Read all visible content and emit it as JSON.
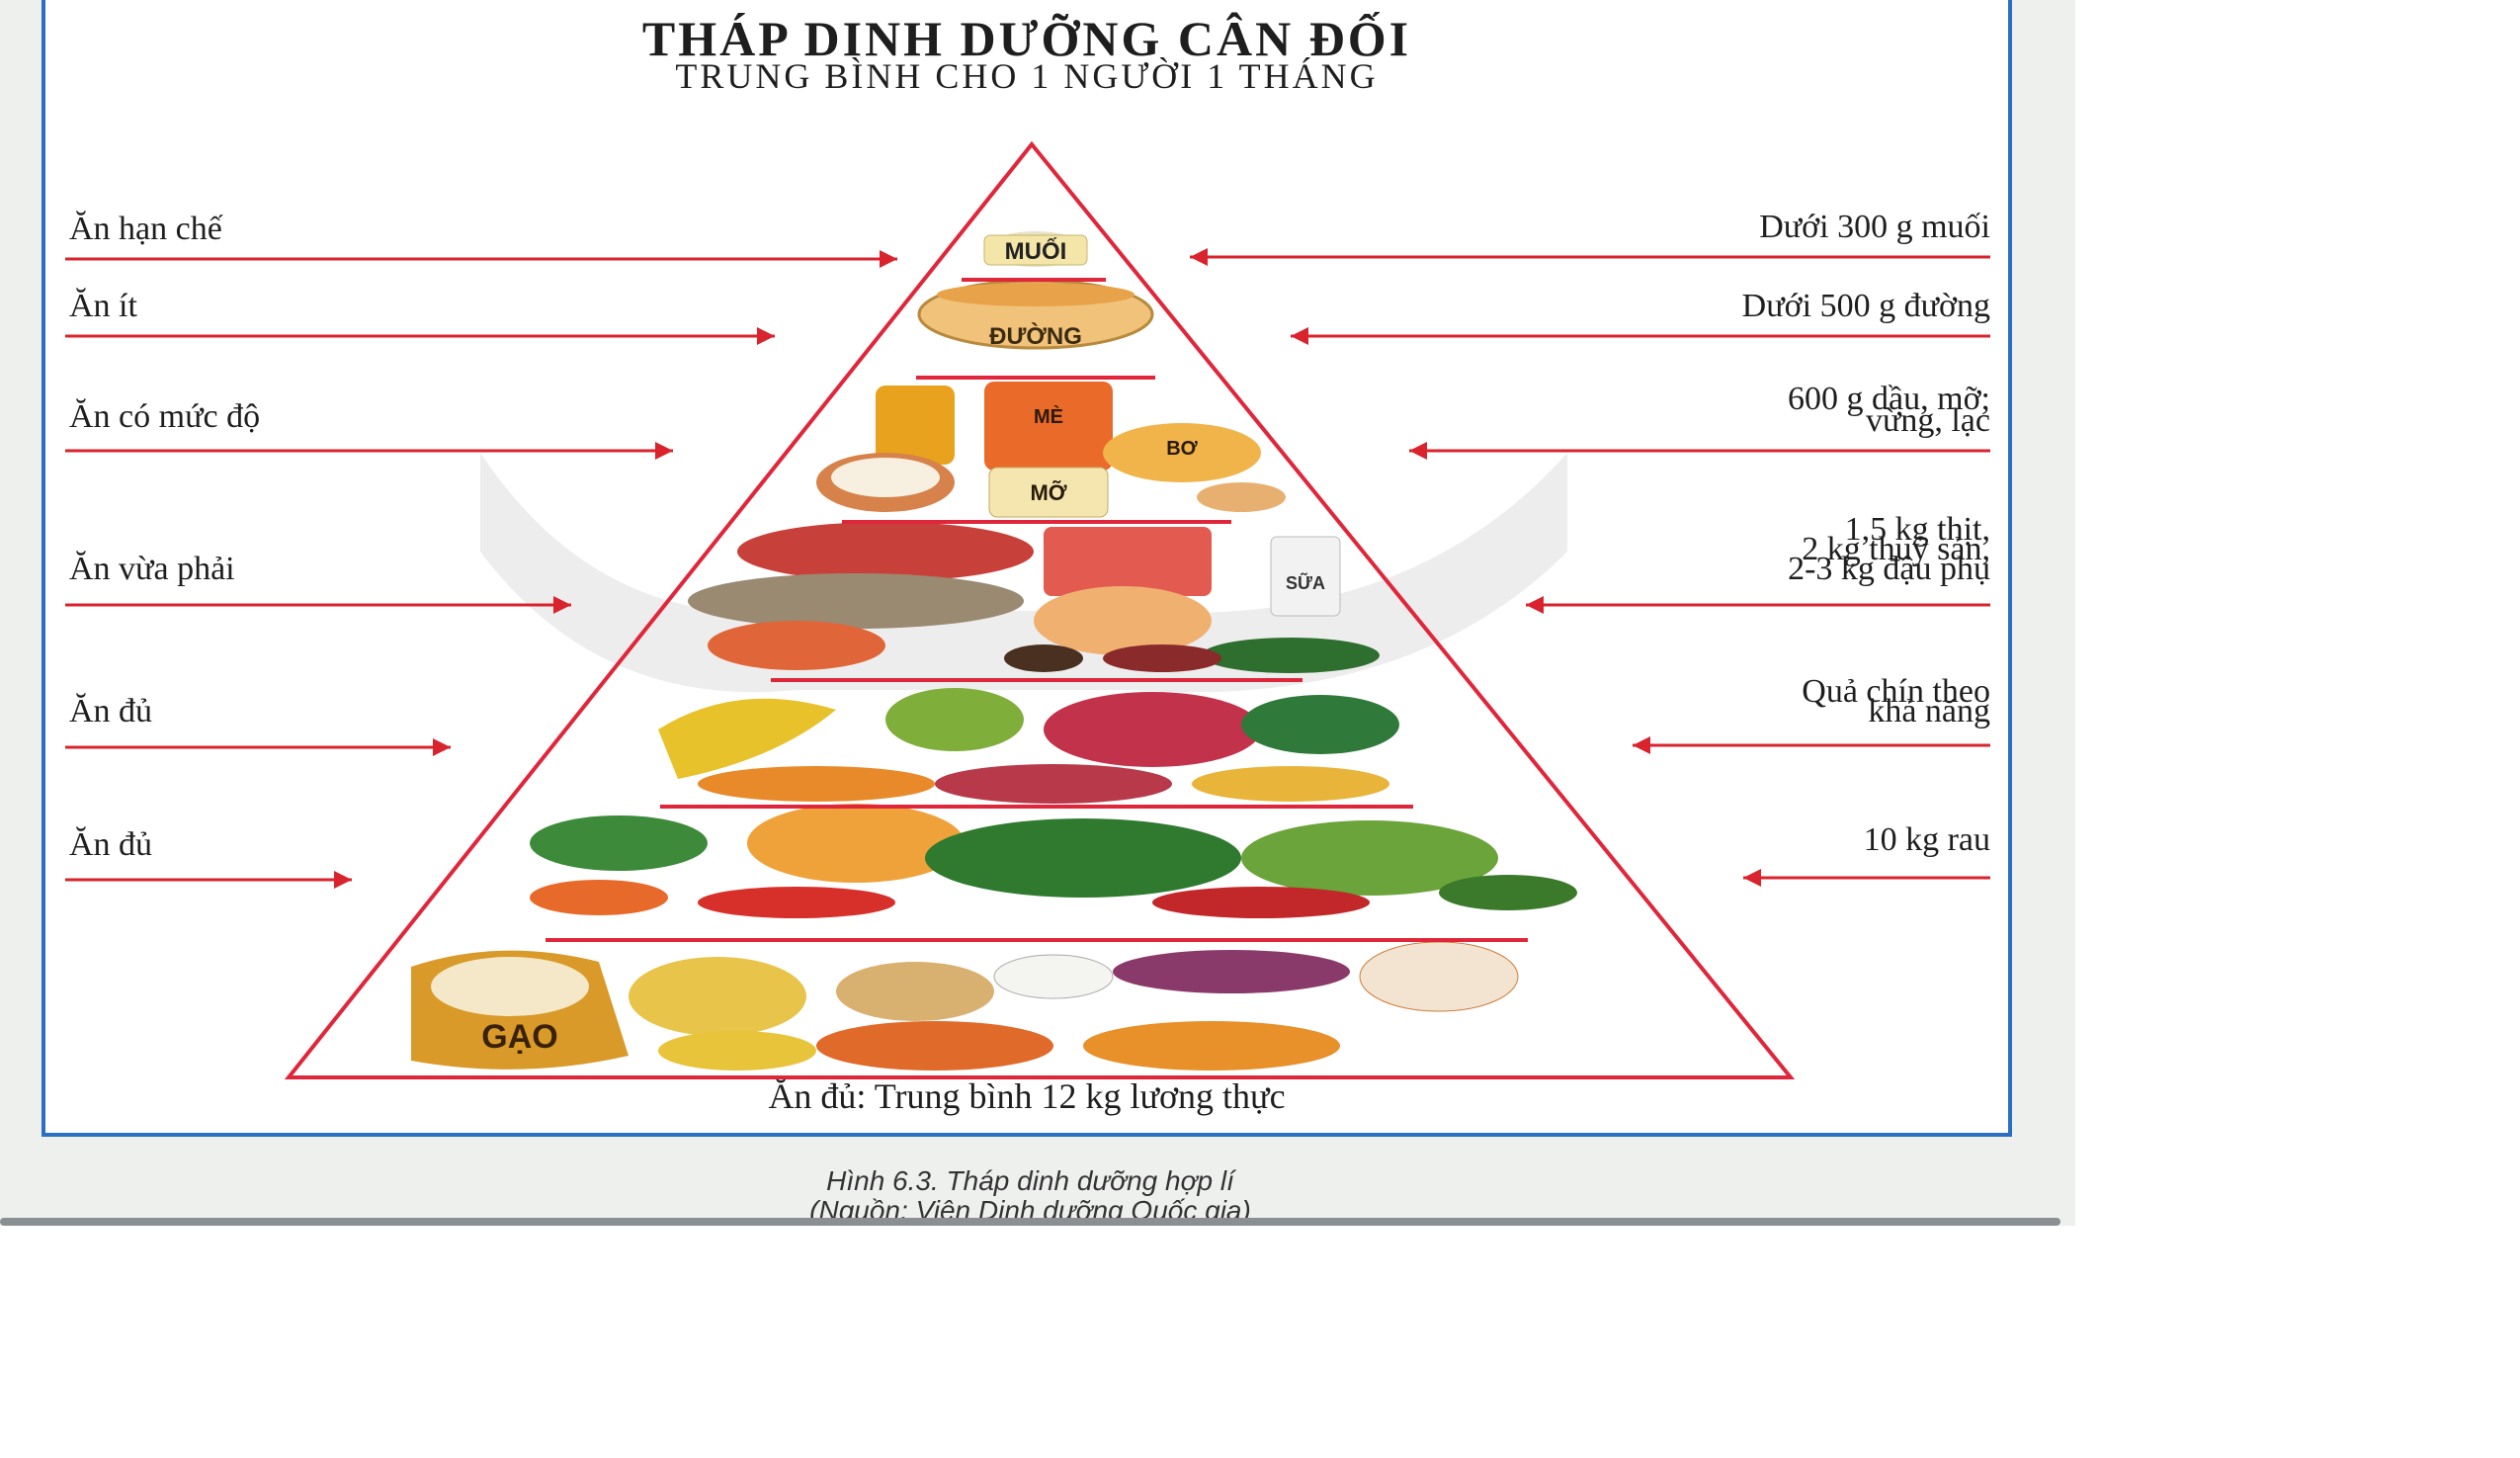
{
  "poster": {
    "title": "THÁP DINH DƯỠNG CÂN ĐỐI",
    "subtitle": "TRUNG BÌNH CHO 1 NGƯỜI 1 THÁNG",
    "bottom_note": "Ăn đủ: Trung bình 12 kg lương thực"
  },
  "left_labels": [
    "Ăn hạn chế",
    "Ăn ít",
    "Ăn có mức độ",
    "Ăn vừa phải",
    "Ăn đủ",
    "Ăn đủ"
  ],
  "right_labels": [
    "Dưới 300 g muối",
    "Dưới 500 g đường",
    "600 g dầu, mỡ;\nvừng, lạc",
    "1,5 kg thịt,\n2 kg thuỷ sản,\n2-3 kg đậu phụ",
    "Quả chín theo\nkhả năng",
    "10 kg rau"
  ],
  "food_labels": {
    "muoi": "MUỐI",
    "duong": "ĐƯỜNG",
    "me": "MÈ",
    "bo": "BƠ",
    "mo": "MỠ",
    "sua": "SỮA",
    "gao": "GẠO"
  },
  "caption": {
    "line1": "Hình 6.3. Tháp dinh dưỡng hợp lí",
    "line2": "(Nguồn: Viện Dinh dưỡng Quốc gia)"
  },
  "colors": {
    "arrow": "#d9232d",
    "pyramid_outline": "#e0263a",
    "frame": "#2b6fc4"
  }
}
